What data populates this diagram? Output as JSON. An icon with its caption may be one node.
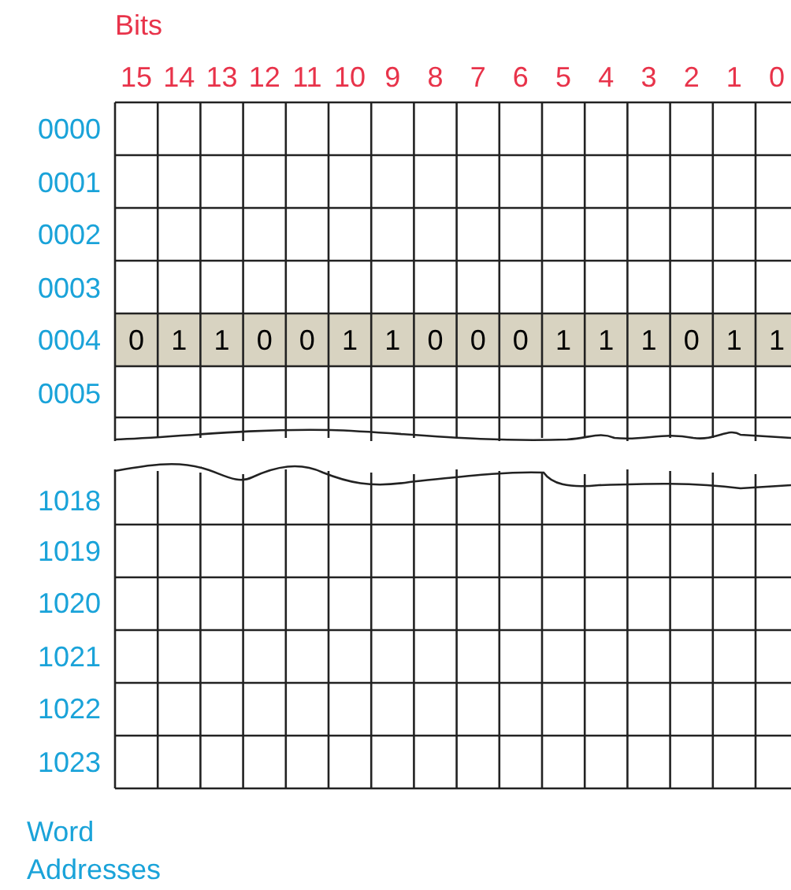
{
  "diagram": {
    "labels": [
      "Bits",
      "15",
      "14",
      "13",
      "12",
      "11",
      "10",
      "9",
      "8",
      "7",
      "6",
      "5",
      "4",
      "3",
      "2",
      "1",
      "0",
      "0000",
      "0001",
      "0002",
      "0003",
      "0004",
      "0",
      "1",
      "1",
      "0",
      "0",
      "1",
      "1",
      "0",
      "0",
      "0",
      "1",
      "1",
      "1",
      "0",
      "1",
      "1",
      "0005",
      "1018",
      "1019",
      "1020",
      "1021",
      "1022",
      "1023",
      "Word Addresses"
    ]
  }
}
